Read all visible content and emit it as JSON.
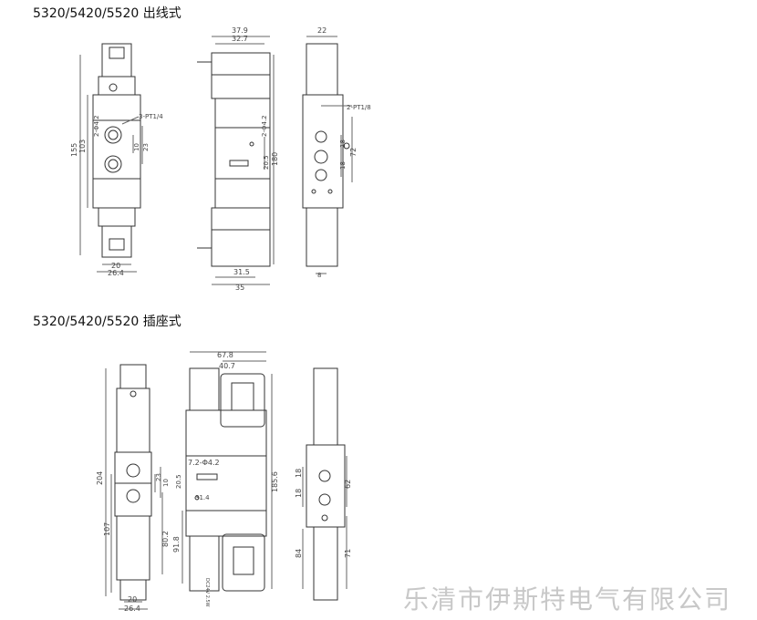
{
  "titles": {
    "outlet": "5320/5420/5520 出线式",
    "socket": "5320/5420/5520 插座式"
  },
  "watermark": "乐清市伊斯特电气有限公司",
  "top": {
    "front": {
      "h155": "155",
      "h103": "103",
      "port": "2-Φ4.2",
      "thread": "3-PT1/4",
      "d10": "10",
      "d23": "23",
      "w20": "20",
      "w26": "26.4"
    },
    "side": {
      "w37": "37.9",
      "w32": "32.7",
      "hole": "2-Φ4.2",
      "d20": "20.5",
      "d180": "180",
      "w31": "31.5",
      "w35": "35"
    },
    "back": {
      "w22": "22",
      "thread": "2-PT1/8",
      "d18a": "18",
      "d18b": "18",
      "d72": "72",
      "w8": "8"
    }
  },
  "bottom": {
    "front": {
      "h204": "204",
      "h107": "107",
      "d23": "23",
      "d10": "10",
      "d80": "80.2",
      "w20": "20",
      "w26": "26.4"
    },
    "side": {
      "w67": "67.8",
      "w40": "40.7",
      "hole": "7.2-Φ4.2",
      "d20": "20.5",
      "d31": "31.4",
      "d185": "185.6",
      "d91": "91.8",
      "label": "DC24V 2.5W"
    },
    "back": {
      "d18a": "18",
      "d18b": "18",
      "d62": "62",
      "d84": "84",
      "d71": "71"
    }
  }
}
